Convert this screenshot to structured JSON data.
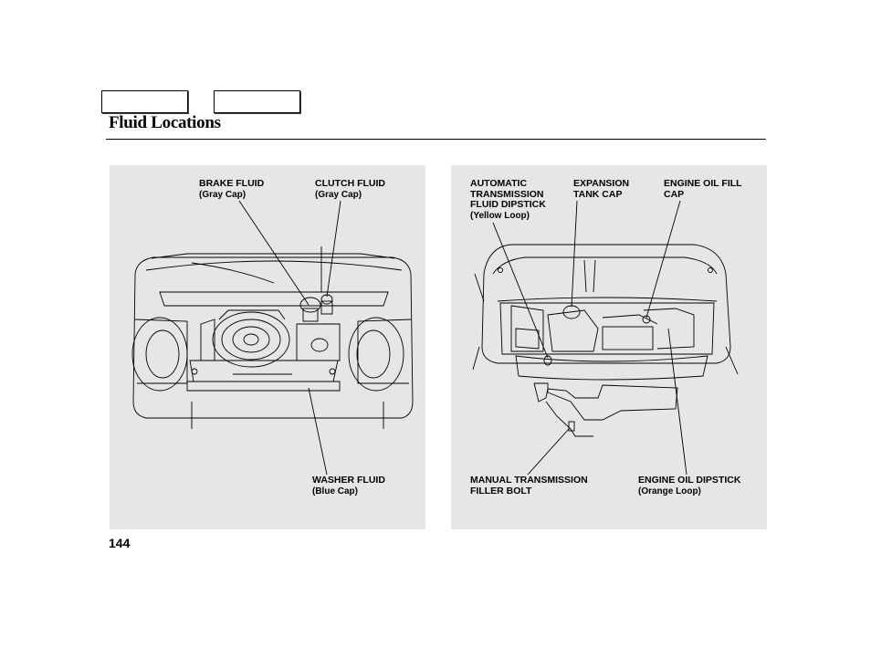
{
  "nav": {
    "buttons": [
      "",
      ""
    ]
  },
  "page": {
    "title": "Fluid Locations",
    "number": "144"
  },
  "left_diagram": {
    "brake_fluid": {
      "name": "BRAKE FLUID",
      "cap": "(Gray Cap)"
    },
    "clutch_fluid": {
      "name": "CLUTCH FLUID",
      "cap": "(Gray Cap)"
    },
    "washer_fluid": {
      "name": "WASHER FLUID",
      "cap": "(Blue Cap)"
    }
  },
  "right_diagram": {
    "atf_dipstick": {
      "line1": "AUTOMATIC",
      "line2": "TRANSMISSION",
      "line3": "FLUID DIPSTICK",
      "cap": "(Yellow Loop)"
    },
    "expansion_tank": {
      "line1": "EXPANSION",
      "line2": "TANK CAP"
    },
    "oil_fill_cap": {
      "line1": "ENGINE OIL FILL",
      "line2": "CAP"
    },
    "mt_filler_bolt": {
      "line1": "MANUAL TRANSMISSION",
      "line2": "FILLER BOLT"
    },
    "oil_dipstick": {
      "line1": "ENGINE OIL DIPSTICK",
      "cap": "(Orange Loop)"
    }
  }
}
